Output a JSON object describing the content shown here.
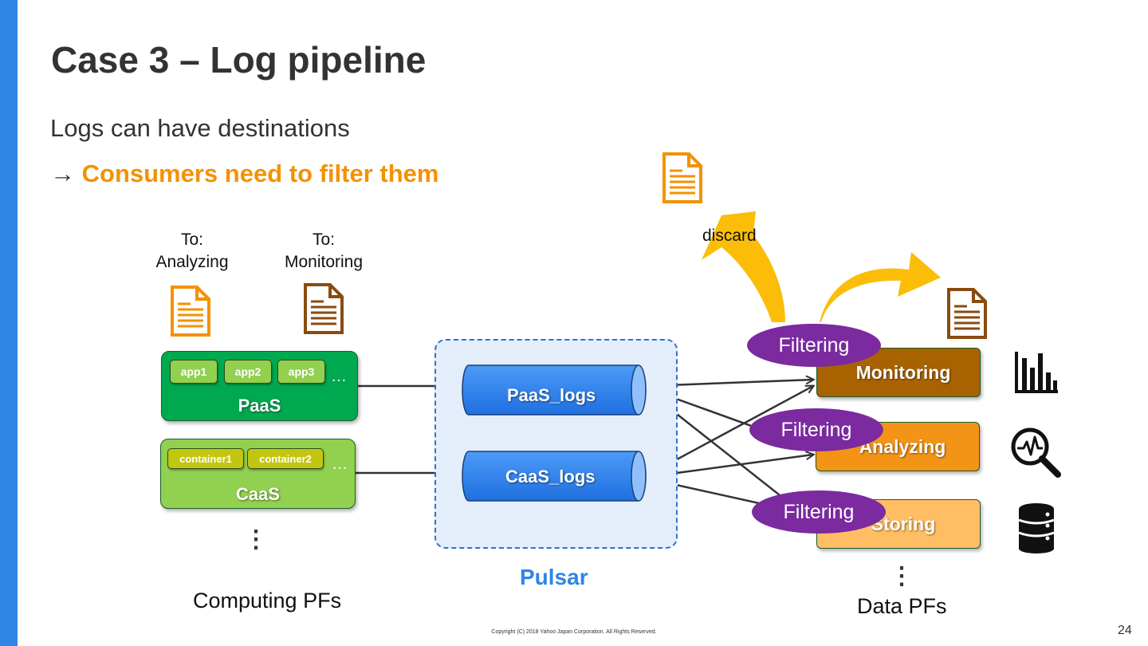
{
  "slide": {
    "title": "Case 3 – Log pipeline",
    "subtitle": "Logs can have destinations",
    "consumer_arrow": "→",
    "consumer_text": "Consumers need to filter them",
    "page_number": "24",
    "footer": "Copyright (C) 2018 Yahoo Japan Corporation. All Rights Reserved."
  },
  "destinations": {
    "analyzing_label_1": "To:",
    "analyzing_label_2": "Analyzing",
    "monitoring_label_1": "To:",
    "monitoring_label_2": "Monitoring"
  },
  "computing": {
    "paas": {
      "name": "PaaS",
      "apps": [
        "app1",
        "app2",
        "app3"
      ],
      "more": "…"
    },
    "caas": {
      "name": "CaaS",
      "containers": [
        "container1",
        "container2"
      ],
      "more": "…"
    },
    "vdots": "⋮",
    "caption": "Computing PFs"
  },
  "pulsar": {
    "label": "Pulsar",
    "topics": [
      "PaaS_logs",
      "CaaS_logs"
    ]
  },
  "data_pfs": {
    "items": [
      "Monitoring",
      "Analyzing",
      "Storing"
    ],
    "filter_label": "Filtering",
    "discard_label": "discard",
    "vdots": "⋮",
    "caption": "Data PFs"
  },
  "icons": {
    "doc_orange": "document-icon",
    "doc_brown": "document-icon",
    "monitoring": "bar-chart-icon",
    "analyzing": "magnifier-pulse-icon",
    "storing": "database-icon"
  },
  "colors": {
    "accent": "#2f86e3",
    "orange": "#f39200",
    "brown": "#8a4b0f",
    "paas": "#00a94f",
    "caas": "#92d050",
    "filter": "#7b2aa0",
    "topic": "#2a82f0"
  }
}
